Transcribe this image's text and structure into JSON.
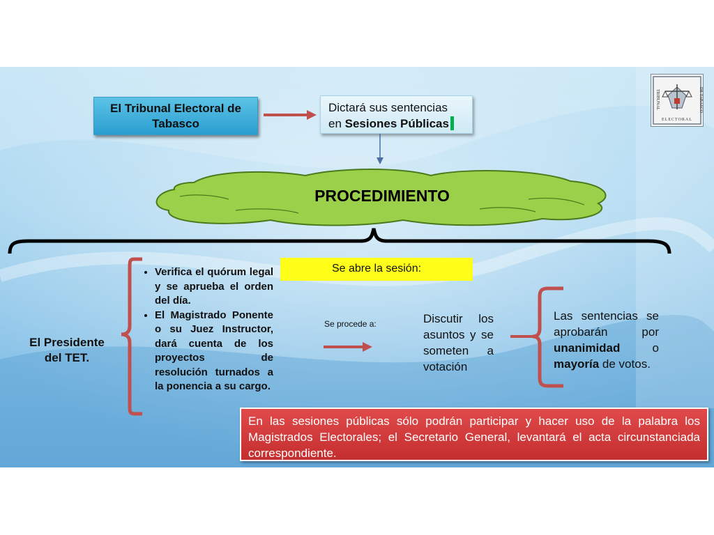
{
  "tribunal_box": {
    "label": "El Tribunal Electoral de Tabasco"
  },
  "sentencias_box": {
    "line1": "Dictará sus sentencias",
    "line2_prefix": "en ",
    "line2_bold": "Sesiones Públicas"
  },
  "procedimiento": {
    "label": "PROCEDIMIENTO"
  },
  "presidente": {
    "label": "El Presidente del TET."
  },
  "bullets": [
    "Verifica el quórum legal y se aprueba el orden del día.",
    "El Magistrado Ponente o su Juez Instructor, dará cuenta de los proyectos de resolución turnados a la ponencia a su cargo."
  ],
  "sesion": {
    "label": "Se abre la sesión:"
  },
  "procede": {
    "label": "Se procede a:"
  },
  "discutir": {
    "label": "Discutir los asuntos y se someten a votación"
  },
  "sentencias_votos": {
    "part1": "Las sentencias se aprobarán por ",
    "bold1": "unanimidad",
    "part2": " o ",
    "bold2": "mayoría",
    "part3": " de votos."
  },
  "nota": {
    "text": "En las sesiones públicas sólo podrán participar y hacer uso de la palabra los Magistrados Electorales; el Secretario General, levantará el acta circunstanciada correspondiente."
  },
  "logo": {
    "top_text": "TRIBUNAL",
    "side_text": "DE TABASCO",
    "bottom_text": "ELECTORAL"
  },
  "colors": {
    "arrow_red": "#c0504d",
    "cloud_green": "#9bd14a",
    "note_red": "#d13b3b",
    "highlight": "#ffff1a",
    "accent_green": "#00b050"
  }
}
